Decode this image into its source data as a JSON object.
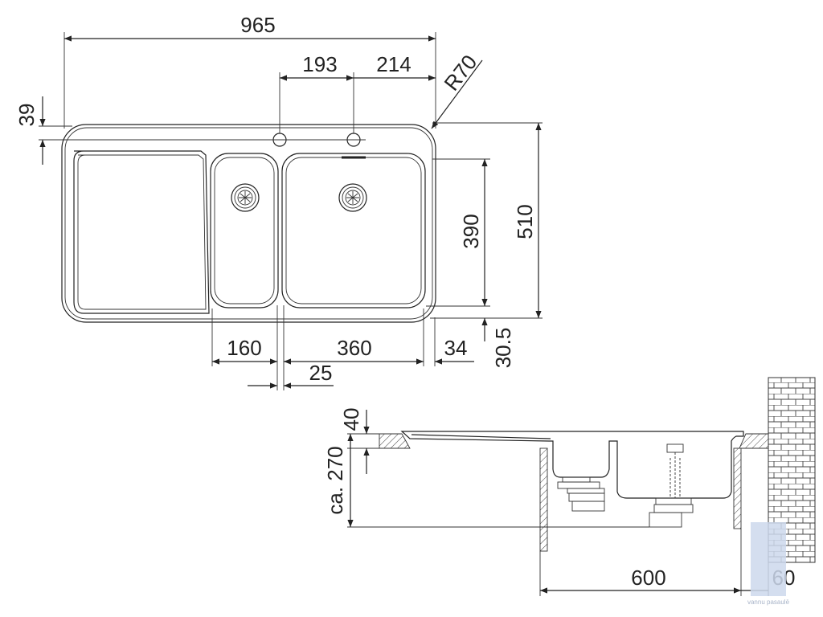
{
  "top_view": {
    "dimensions": {
      "overall_width": "965",
      "tap_hole_spacing": "193",
      "tap_to_edge": "214",
      "corner_radius": "R70",
      "rim_depth": "39",
      "overall_depth": "510",
      "bowl_depth": "390",
      "small_bowl_width": "160",
      "large_bowl_width": "360",
      "bowl_gap": "25",
      "edge_offset": "34",
      "bottom_offset": "30.5"
    }
  },
  "side_view": {
    "dimensions": {
      "rim_height": "40",
      "install_depth": "ca. 270",
      "cabinet_width": "600",
      "wall_offset": "60"
    }
  },
  "watermark": {
    "text": "vannu pasaulē"
  },
  "colors": {
    "line": "#222222",
    "wall_fill": "#ffffff",
    "watermark_fill": "#cdd8ec"
  }
}
